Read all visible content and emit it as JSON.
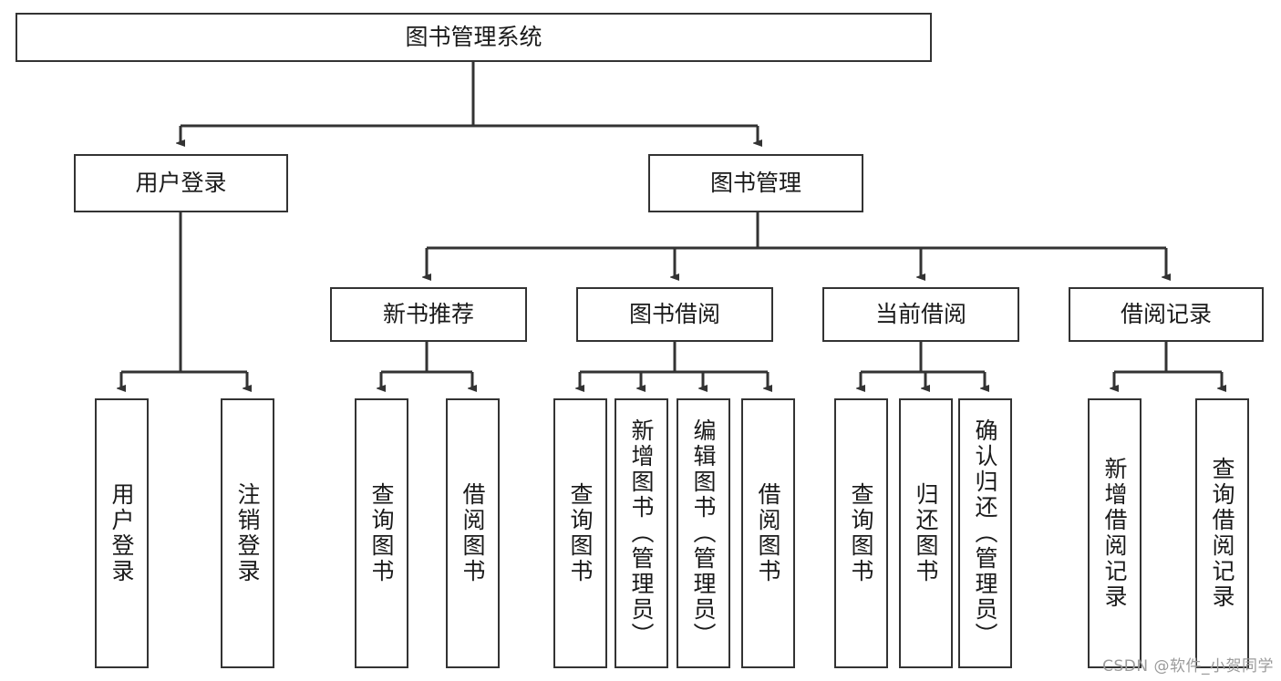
{
  "diagram": {
    "title": "图书管理系统",
    "watermark": "CSDN @软件_小贺同学",
    "root": {
      "label": "图书管理系统"
    },
    "level2": [
      {
        "label": "用户登录"
      },
      {
        "label": "图书管理"
      }
    ],
    "level3": [
      {
        "label": "新书推荐"
      },
      {
        "label": "图书借阅"
      },
      {
        "label": "当前借阅"
      },
      {
        "label": "借阅记录"
      }
    ],
    "leaves": [
      {
        "label": "用户登录"
      },
      {
        "label": "注销登录"
      },
      {
        "label": "查询图书"
      },
      {
        "label": "借阅图书"
      },
      {
        "label": "查询图书"
      },
      {
        "label": "新增图书（管理员）"
      },
      {
        "label": "编辑图书（管理员）"
      },
      {
        "label": "借阅图书"
      },
      {
        "label": "查询图书"
      },
      {
        "label": "归还图书"
      },
      {
        "label": "确认归还（管理员）"
      },
      {
        "label": "新增借阅记录"
      },
      {
        "label": "查询借阅记录"
      }
    ],
    "colors": {
      "stroke": "#333333",
      "text": "#1a1a1a",
      "background": "#ffffff",
      "watermark": "#9b9b9b"
    }
  }
}
